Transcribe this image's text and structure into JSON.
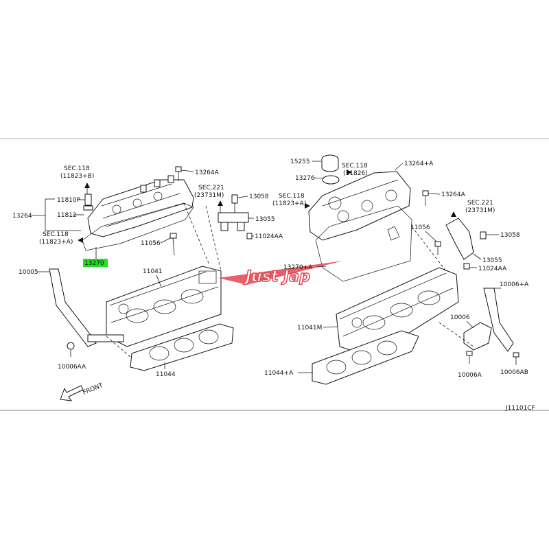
{
  "diagram_code": "J11101CF",
  "front_label": "FRONT",
  "watermark": "Just Jap",
  "highlight_color": "#22dd22",
  "labels": {
    "sec118_b": "SEC.118",
    "sec118_b2": "(11823+B)",
    "p13264a_l": "13264A",
    "sec221_l": "SEC.221",
    "sec221_l2": "(23731M)",
    "p13058_l": "13058",
    "p11810p": "11810P",
    "p13264": "13264",
    "p11812": "11812",
    "p13055_l": "13055",
    "sec118_a_l": "SEC.118",
    "sec118_a_l2": "(11823+A)",
    "p11024aa_l": "11024AA",
    "p11056_l": "11056",
    "p13270": "13270",
    "p10005": "10005",
    "p11041": "11041",
    "p10006aa": "10006AA",
    "p11044": "11044",
    "p15255": "15255",
    "sec118_r": "SEC.118",
    "sec118_r2": "(11826)",
    "p13264_a": "13264+A",
    "p13276": "13276",
    "p13264a_r": "13264A",
    "sec118_a_r": "SEC.118",
    "sec118_a_r2": "(11823+A)",
    "sec221_r": "SEC.221",
    "sec221_r2": "(23731M)",
    "p11056_r": "11056",
    "p13058_r": "13058",
    "p13270_a": "13270+A",
    "p13055_r": "13055",
    "p11024aa_r": "11024AA",
    "p10006_a": "10006+A",
    "p11041m": "11041M",
    "p10006": "10006",
    "p11044_a": "11044+A",
    "p10006a": "10006A",
    "p10006ab": "10006AB"
  }
}
